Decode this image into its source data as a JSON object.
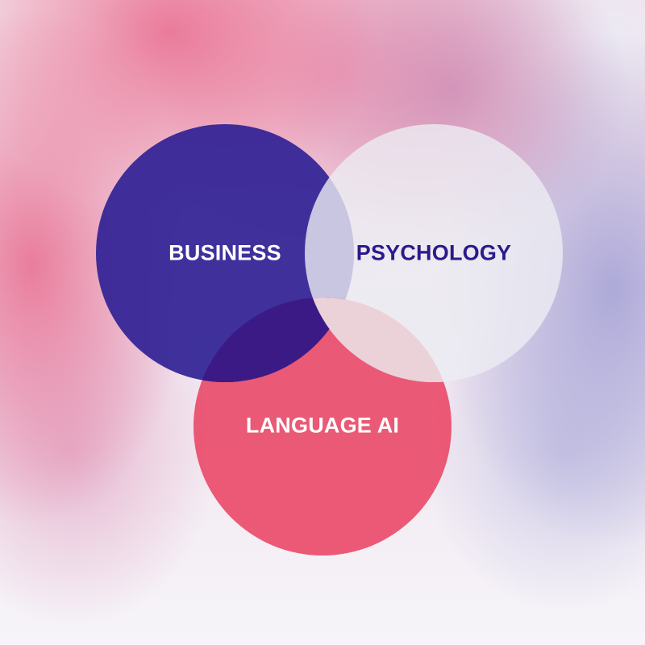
{
  "diagram": {
    "type": "venn",
    "sets": [
      {
        "id": "business",
        "label": "BUSINESS",
        "fill": "#3a2796",
        "text_color": "#ffffff"
      },
      {
        "id": "psychology",
        "label": "PSYCHOLOGY",
        "fill": "#ebebf1",
        "text_color": "#2b1a8a"
      },
      {
        "id": "language",
        "label": "LANGUAGE AI",
        "fill": "#ea4e6c",
        "text_color": "#ffffff"
      }
    ]
  },
  "colors": {
    "overlap_business_language": "#3c1a86",
    "overlap_psychology_language": "#ebd2d8"
  }
}
